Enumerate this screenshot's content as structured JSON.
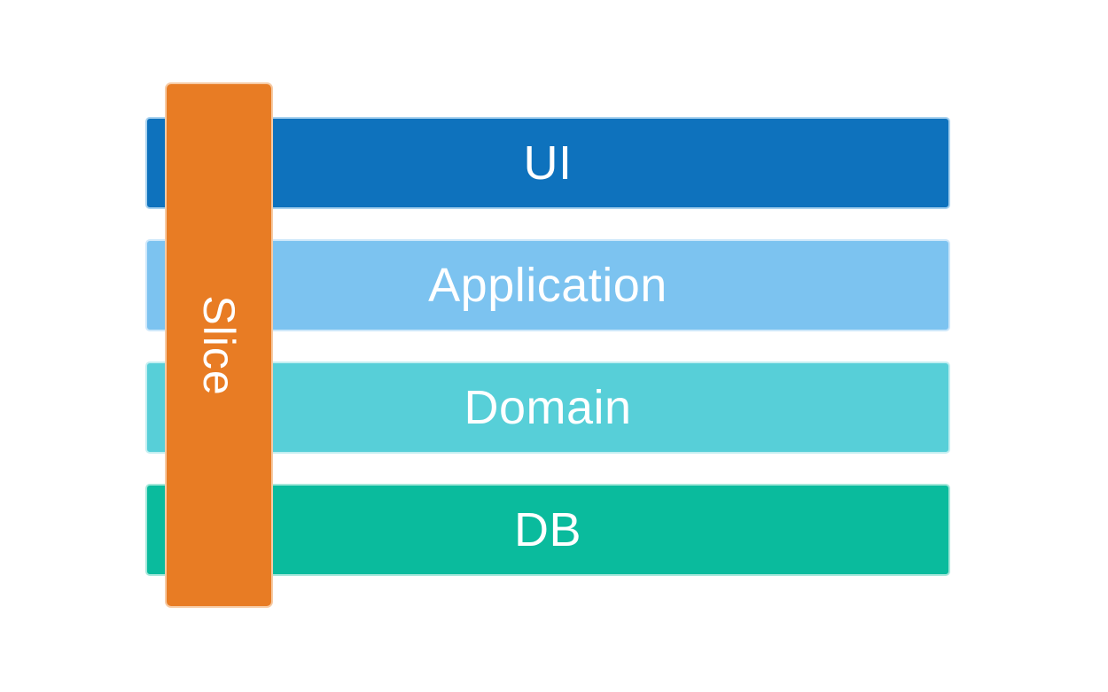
{
  "diagram": {
    "text_color": "#FFFFFF",
    "layers": [
      {
        "label": "UI",
        "fill": "#0E72BD",
        "edge": "#A9D2EF"
      },
      {
        "label": "Application",
        "fill": "#7CC3F0",
        "edge": "#CDE7FA"
      },
      {
        "label": "Domain",
        "fill": "#57CFD8",
        "edge": "#C3EEF1"
      },
      {
        "label": "DB",
        "fill": "#0ABB9D",
        "edge": "#A5E7DA"
      }
    ],
    "slice": {
      "label": "Slice",
      "fill": "#E87C24",
      "edge": "#F6CBA5"
    }
  }
}
